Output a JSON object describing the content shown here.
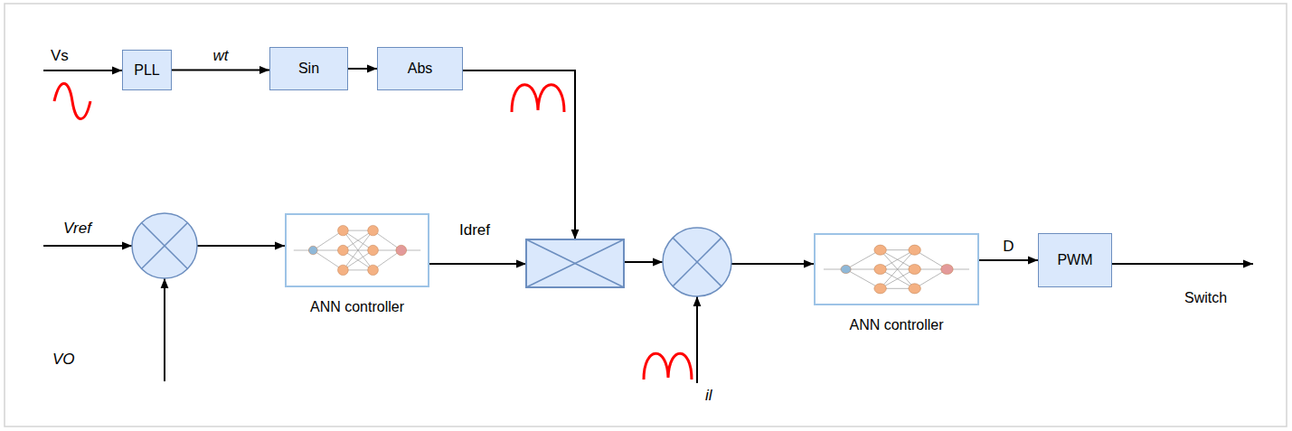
{
  "diagram": {
    "nodes": [
      {
        "text": [
          "PLL"
        ]
      },
      {
        "text": [
          "Sin"
        ]
      },
      {
        "text": [
          "Abs"
        ]
      },
      {
        "text": [
          "ANN controller"
        ]
      },
      {
        "text": [
          "ANN controller"
        ]
      },
      {
        "text": [
          "PWM"
        ]
      }
    ],
    "edges": [
      {
        "from": 0,
        "to": 1,
        "arrow": "to",
        "label": "wt"
      },
      {
        "from": 1,
        "to": 2,
        "arrow": "to"
      },
      {
        "from": 4,
        "to": 5,
        "arrow": "to",
        "label": "D"
      }
    ],
    "labels": [
      "Vs",
      "Vref",
      "Idref",
      "VO",
      "il",
      "Switch"
    ]
  }
}
